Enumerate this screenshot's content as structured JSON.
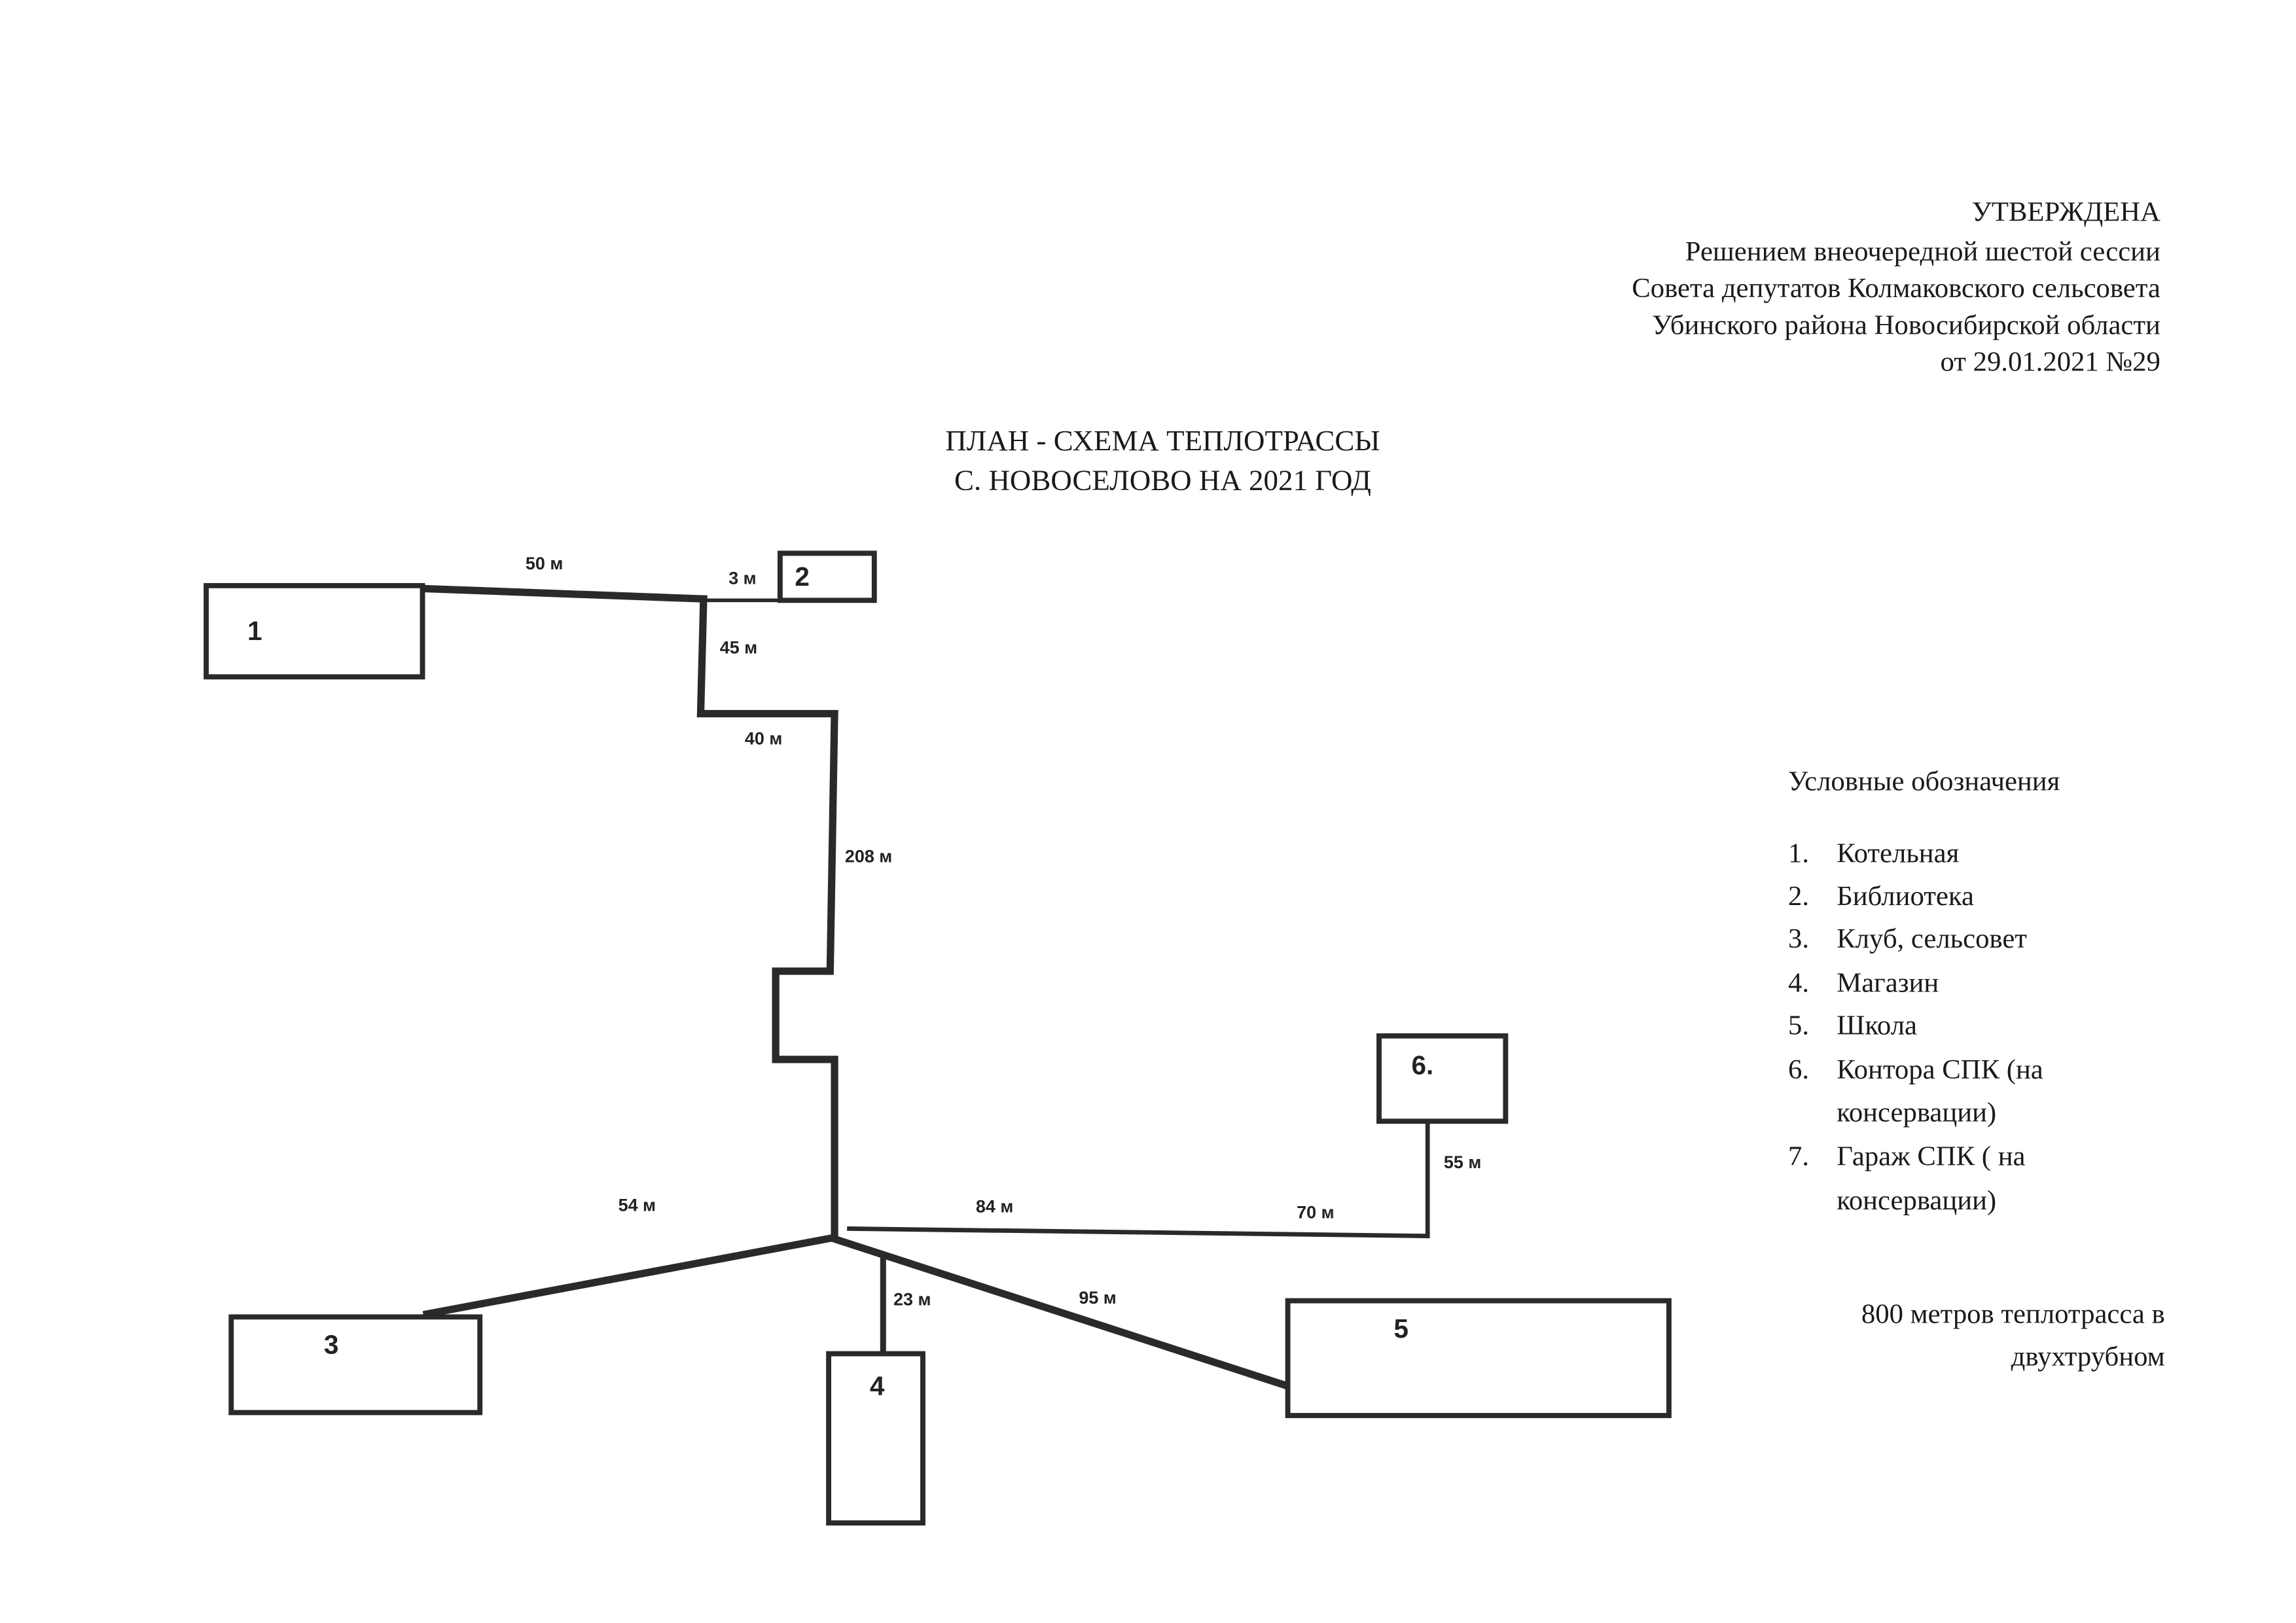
{
  "approval": {
    "lines": [
      "УТВЕРЖДЕНА",
      "Решением внеочередной шестой сессии",
      "Совета депутатов Колмаковского сельсовета",
      "Убинского района Новосибирской области",
      "от 29.01.2021 №29"
    ]
  },
  "title": {
    "line1": "ПЛАН - СХЕМА ТЕПЛОТРАССЫ",
    "line2": "С. НОВОСЕЛОВО НА 2021 ГОД"
  },
  "diagram": {
    "buildings": [
      "1",
      "2",
      "3",
      "4",
      "5",
      "6."
    ],
    "segments": [
      "50 м",
      "3 м",
      "45 м",
      "40 м",
      "208 м",
      "54 м",
      "84 м",
      "70 м",
      "55 м",
      "23 м",
      "95 м"
    ]
  },
  "legend": {
    "heading": "Условные обозначения",
    "items": [
      {
        "n": "1.",
        "text": "Котельная"
      },
      {
        "n": "2.",
        "text": "Библиотека"
      },
      {
        "n": "3.",
        "text": "Клуб, сельсовет"
      },
      {
        "n": "4.",
        "text": "Магазин"
      },
      {
        "n": "5.",
        "text": "Школа"
      },
      {
        "n": "6.",
        "text": "Контора СПК (на",
        "cont": "консервации)"
      },
      {
        "n": "7.",
        "text": "Гараж СПК ( на",
        "cont": "консервации)"
      }
    ]
  },
  "footer": {
    "line1": "800 метров теплотрасса в",
    "line2": "двухтрубном"
  }
}
